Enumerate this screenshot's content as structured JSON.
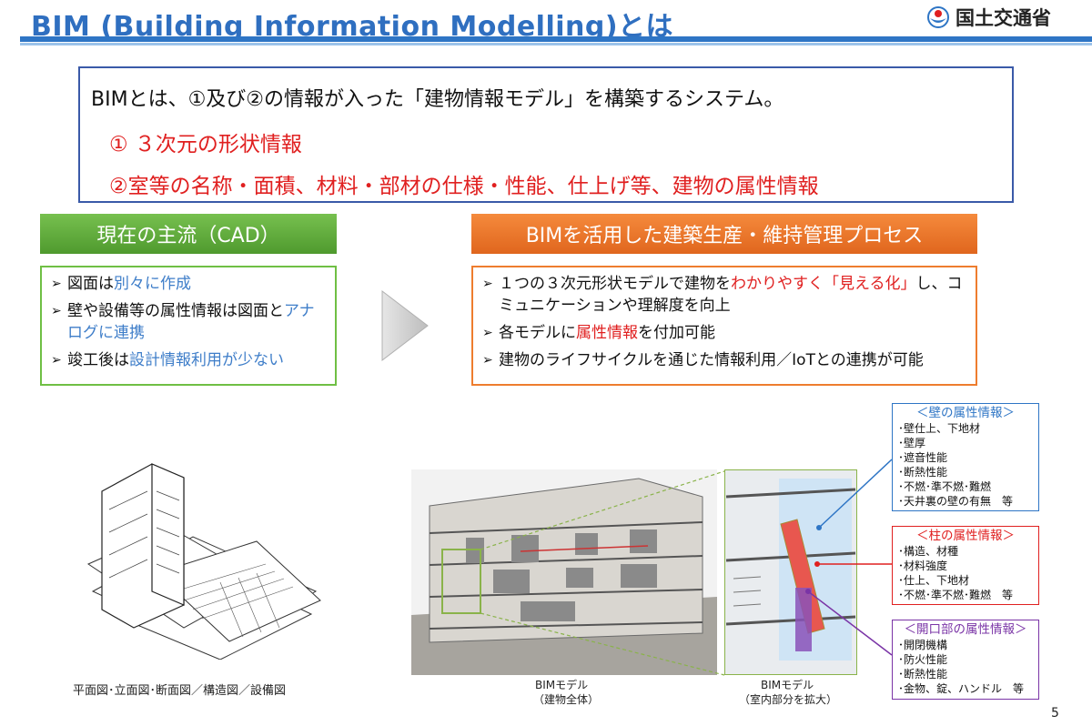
{
  "header": {
    "title": "BIM (Building Information Modelling)とは",
    "ministry": "国土交通省",
    "logo_icon": "mlit-logo-icon"
  },
  "definition": {
    "main": "BIMとは、①及び②の情報が入った「建物情報モデル」を構築するシステム。",
    "point1": "① ３次元の形状情報",
    "point2": "②室等の名称・面積、材料・部材の仕様・性能、仕上げ等、建物の属性情報"
  },
  "cad": {
    "header": "現在の主流（CAD）",
    "items": [
      {
        "pre": "図面は",
        "hl": "別々に作成",
        "post": ""
      },
      {
        "pre": "壁や設備等の属性情報は図面と",
        "hl": "アナログに連携",
        "post": ""
      },
      {
        "pre": "竣工後は",
        "hl": "設計情報利用が少ない",
        "post": ""
      }
    ],
    "caption": "平面図･立面図･断面図／構造図／設備図"
  },
  "bim": {
    "header": "BIMを活用した建築生産・維持管理プロセス",
    "items": [
      {
        "pre": "１つの３次元形状モデルで建物を",
        "hl": "わかりやすく「見える化」",
        "post": "し、コミュニケーションや理解度を向上"
      },
      {
        "pre": "各モデルに",
        "hl": "属性情報",
        "post": "を付加可能"
      },
      {
        "pre": "建物のライフサイクルを通じた情報利用／IoTとの連携が可能",
        "hl": "",
        "post": ""
      }
    ],
    "caption_model1": [
      "BIMモデル",
      "（建物全体）"
    ],
    "caption_model2": [
      "BIMモデル",
      "（室内部分を拡大）"
    ]
  },
  "attributes": {
    "wall": {
      "title": "＜壁の属性情報＞",
      "items": [
        "･壁仕上、下地材",
        "･壁厚",
        "･遮音性能",
        "･断熱性能",
        "･不燃･準不燃･難燃",
        "･天井裏の壁の有無　等"
      ]
    },
    "column": {
      "title": "＜柱の属性情報＞",
      "items": [
        "･構造、材種",
        "･材料強度",
        "･仕上、下地材",
        "･不燃･準不燃･難燃　等"
      ]
    },
    "opening": {
      "title": "＜開口部の属性情報＞",
      "items": [
        "･開閉機構",
        "･防火性能",
        "･断熱性能",
        "･金物、錠、ハンドル　等"
      ]
    }
  },
  "page_number": "5",
  "colors": {
    "title_blue": "#2f6fc0",
    "cad_green": "#5fae38",
    "bim_orange": "#ec7424",
    "highlight_red": "#e02020",
    "highlight_blue": "#3f7ec9",
    "opening_purple": "#7a34a6"
  }
}
